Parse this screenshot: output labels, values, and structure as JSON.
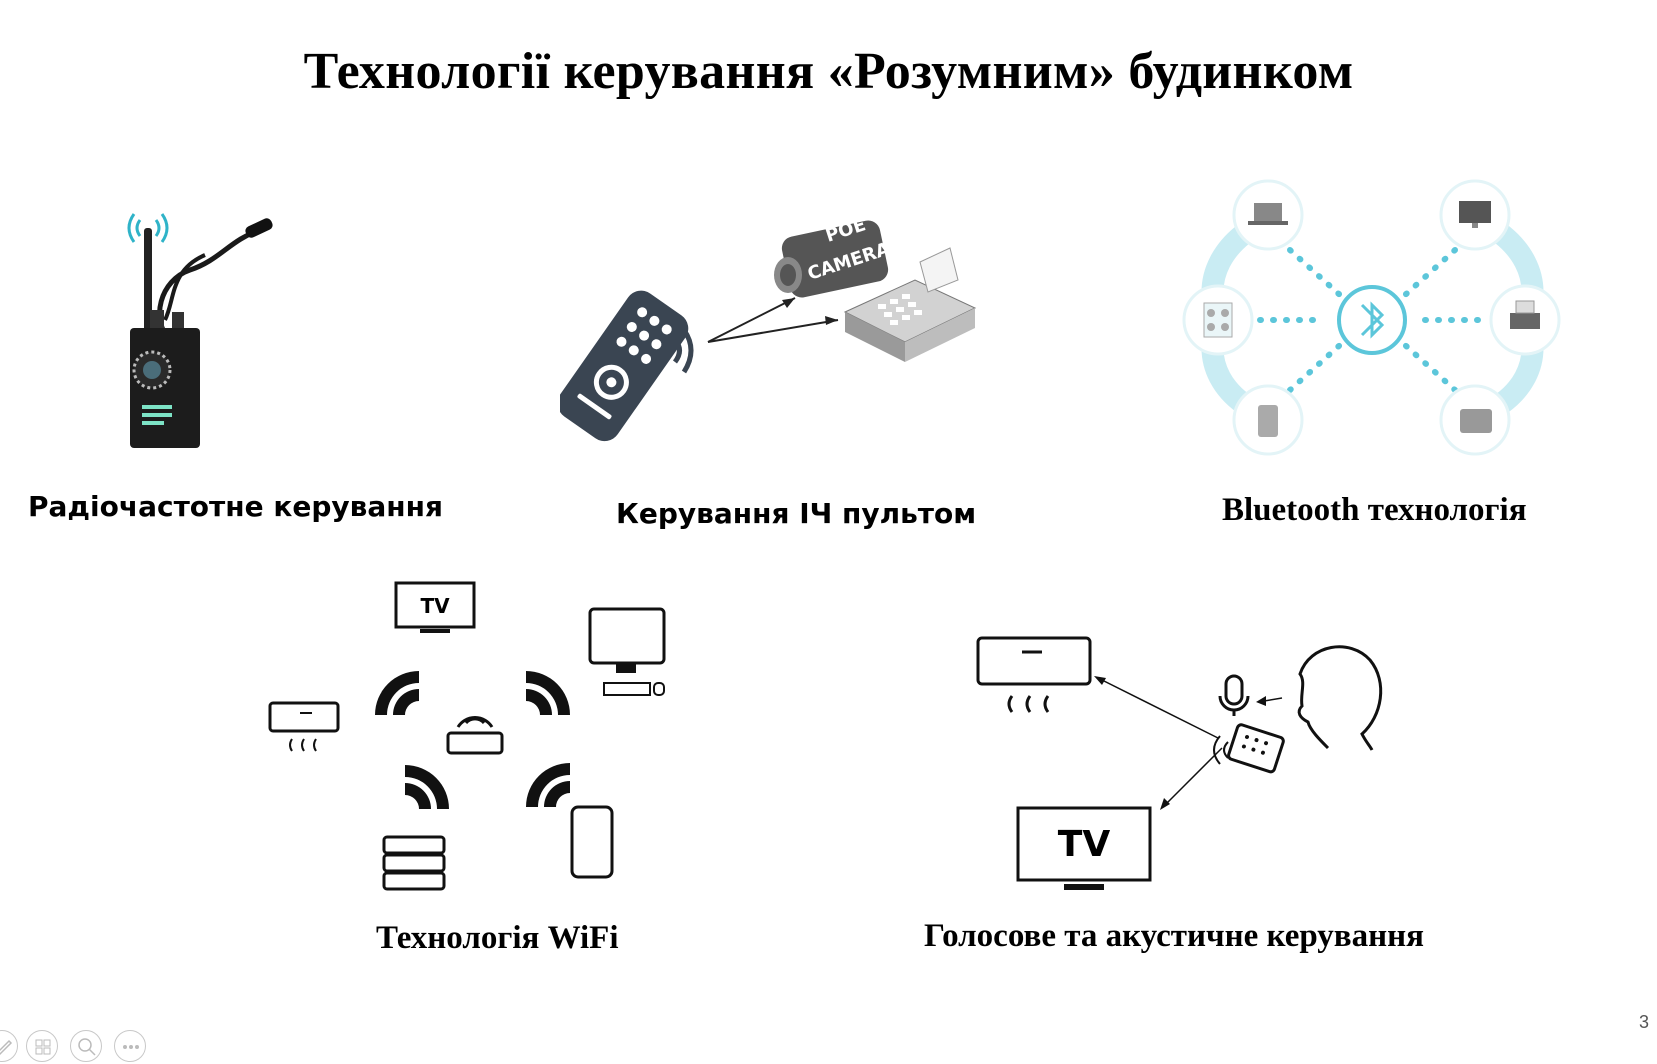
{
  "slide": {
    "title": "Технології керування  «Розумним» будинком",
    "page_number": "3"
  },
  "panels": {
    "radio": {
      "caption": "Радіочастотне керування"
    },
    "ir": {
      "caption": "Керування ІЧ пультом",
      "camera_text_top": "POE",
      "camera_text_bottom": "CAMERA"
    },
    "bluetooth": {
      "caption": "Bluetooth технологія"
    },
    "wifi": {
      "caption": "Технологія WiFi",
      "tv_label": "TV"
    },
    "voice": {
      "caption": "Голосове та акустичне керування",
      "tv_label": "TV"
    }
  },
  "toolbar": {
    "buttons": [
      "pen-icon",
      "slides-grid-icon",
      "zoom-icon",
      "more-options-icon"
    ]
  },
  "colors": {
    "bluetooth": "#5cc6da",
    "bluetooth_light": "#c9ecf3",
    "remote": "#3a4552",
    "device_dark": "#1f1f1f"
  }
}
